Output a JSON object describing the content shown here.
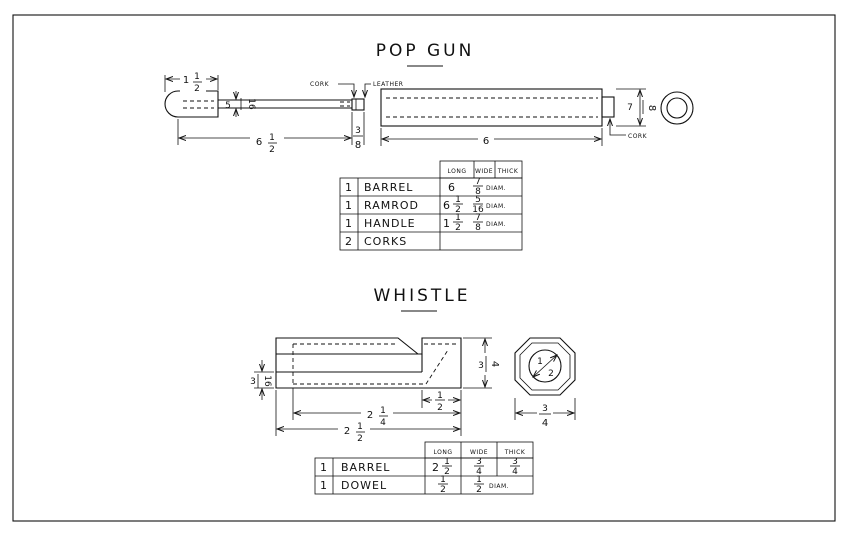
{
  "popgun": {
    "title": "POP GUN",
    "labels": {
      "cork": "CORK",
      "leather": "LEATHER",
      "cork_right": "CORK"
    },
    "dims": {
      "handle_whole": "1",
      "handle_num": "1",
      "handle_den": "2",
      "ramrod_dia_num": "5",
      "ramrod_dia_den": "16",
      "len_whole": "6",
      "len_num": "1",
      "len_den": "2",
      "tip_num": "3",
      "tip_den": "8",
      "barrel_len": "6",
      "barrel_dia_num": "7",
      "barrel_dia_den": "8"
    },
    "table": {
      "headers": [
        "LONG",
        "WIDE",
        "THICK"
      ],
      "rows": [
        {
          "qty": "1",
          "name": "BARREL",
          "long": {
            "whole": "6",
            "num": "",
            "den": ""
          },
          "wide": {
            "num": "7",
            "den": "8"
          },
          "note": "DIAM."
        },
        {
          "qty": "1",
          "name": "RAMROD",
          "long": {
            "whole": "6",
            "num": "1",
            "den": "2"
          },
          "wide": {
            "num": "5",
            "den": "16"
          },
          "note": "DIAM."
        },
        {
          "qty": "1",
          "name": "HANDLE",
          "long": {
            "whole": "1",
            "num": "1",
            "den": "2"
          },
          "wide": {
            "num": "7",
            "den": "8"
          },
          "note": "DIAM."
        },
        {
          "qty": "2",
          "name": "CORKS",
          "long": {
            "whole": "",
            "num": "",
            "den": ""
          },
          "wide": {
            "num": "",
            "den": ""
          },
          "note": ""
        }
      ]
    }
  },
  "whistle": {
    "title": "WHISTLE",
    "dims": {
      "height_num": "3",
      "height_den": "4",
      "slot_num": "3",
      "slot_den": "16",
      "notch_num": "1",
      "notch_den": "2",
      "bore_whole": "2",
      "bore_num": "1",
      "bore_den": "4",
      "total_whole": "2",
      "total_num": "1",
      "total_den": "2",
      "end_hole_num": "1",
      "end_hole_den": "2",
      "end_width_num": "3",
      "end_width_den": "4"
    },
    "table": {
      "headers": [
        "LONG",
        "WIDE",
        "THICK"
      ],
      "rows": [
        {
          "qty": "1",
          "name": "BARREL",
          "long": {
            "whole": "2",
            "num": "1",
            "den": "2"
          },
          "wide": {
            "num": "3",
            "den": "4"
          },
          "thick": {
            "num": "3",
            "den": "4"
          },
          "note": ""
        },
        {
          "qty": "1",
          "name": "DOWEL",
          "long": {
            "whole": "",
            "num": "1",
            "den": "2"
          },
          "wide": {
            "num": "1",
            "den": "2"
          },
          "thick": {
            "num": "",
            "den": ""
          },
          "note": "DIAM."
        }
      ]
    }
  }
}
